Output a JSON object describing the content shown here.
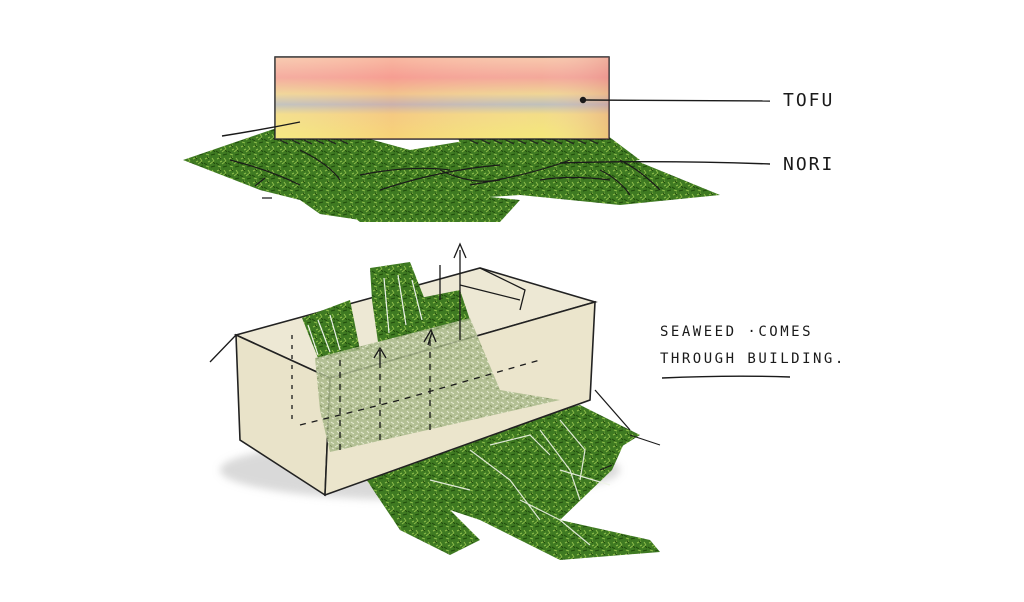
{
  "diagram": {
    "labels": {
      "tofu": "TOFU",
      "nori": "NORI",
      "note_line1": "SEAWEED ·COMES",
      "note_line2": "THROUGH BUILDING."
    },
    "colors": {
      "nori_green": "#3f7a22",
      "nori_dark": "#244d12",
      "tofu_pink": "#f3a08a",
      "tofu_yellow": "#f4e36a",
      "building_cream": "#ece6cf",
      "ink": "#1a1a1a"
    }
  }
}
